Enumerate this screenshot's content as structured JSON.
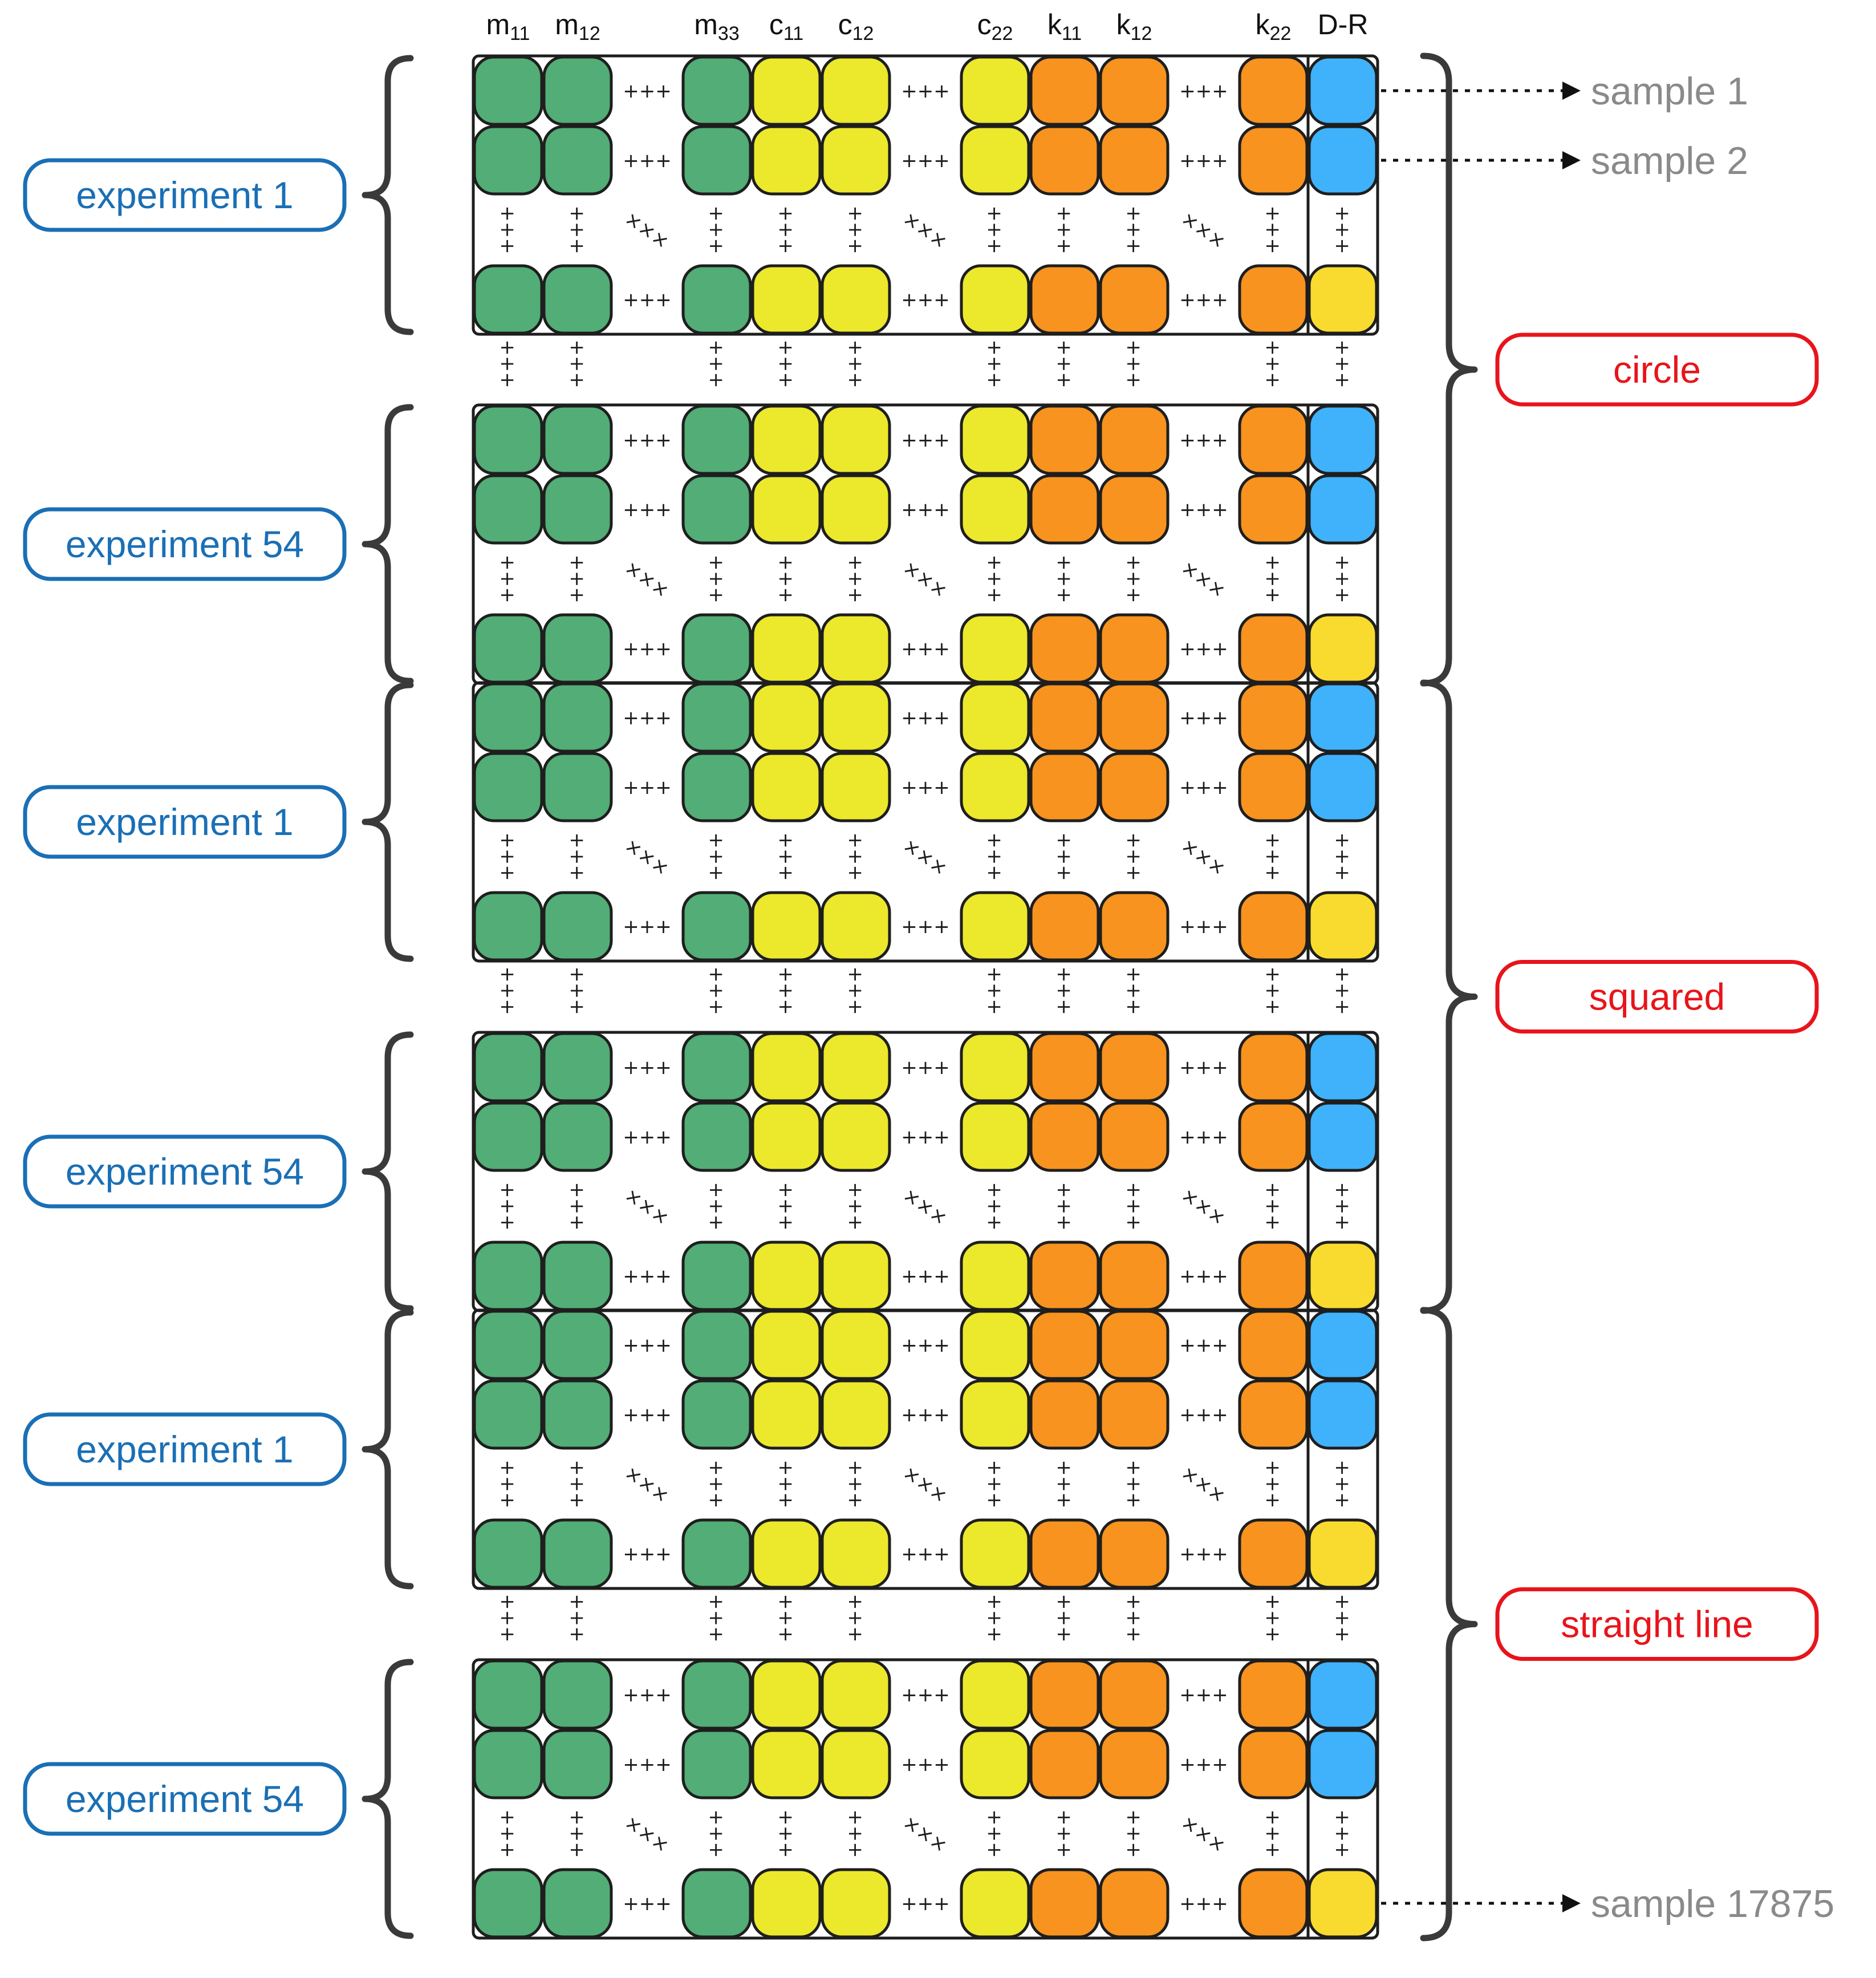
{
  "columns": [
    {
      "id": "m11",
      "base": "m",
      "sub": "11",
      "color": "green"
    },
    {
      "id": "m12",
      "base": "m",
      "sub": "12",
      "color": "green"
    },
    {
      "id": "gap1",
      "gap": true
    },
    {
      "id": "m33",
      "base": "m",
      "sub": "33",
      "color": "green"
    },
    {
      "id": "c11",
      "base": "c",
      "sub": "11",
      "color": "yellow"
    },
    {
      "id": "c12",
      "base": "c",
      "sub": "12",
      "color": "yellow"
    },
    {
      "id": "gap2",
      "gap": true
    },
    {
      "id": "c22",
      "base": "c",
      "sub": "22",
      "color": "yellow"
    },
    {
      "id": "k11",
      "base": "k",
      "sub": "11",
      "color": "orange"
    },
    {
      "id": "k12",
      "base": "k",
      "sub": "12",
      "color": "orange"
    },
    {
      "id": "gap3",
      "gap": true
    },
    {
      "id": "k22",
      "base": "k",
      "sub": "22",
      "color": "orange"
    },
    {
      "id": "dr",
      "base": "D-R",
      "sub": "",
      "color": "label"
    }
  ],
  "colors": {
    "green": "#52ad76",
    "yellow": "#ece82c",
    "orange": "#f7931e",
    "label_blue": "#3fb2fb",
    "label_gold": "#f9db2f",
    "experiment": "#1a6fb5",
    "class": "#e8141b",
    "sample": "#8a8a8a"
  },
  "row_separator_symbol": "+++",
  "diagonal_symbol": "×××",
  "experiments": [
    {
      "label": "experiment 1",
      "class_index": 0
    },
    {
      "label": "experiment 54",
      "class_index": 0
    },
    {
      "label": "experiment 1",
      "class_index": 1
    },
    {
      "label": "experiment 54",
      "class_index": 1
    },
    {
      "label": "experiment 1",
      "class_index": 2
    },
    {
      "label": "experiment 54",
      "class_index": 2
    }
  ],
  "classes": [
    {
      "label": "circle"
    },
    {
      "label": "squared"
    },
    {
      "label": "straight line"
    }
  ],
  "samples": [
    {
      "label": "sample 1"
    },
    {
      "label": "sample 2"
    },
    {
      "label": "sample 17875"
    }
  ]
}
